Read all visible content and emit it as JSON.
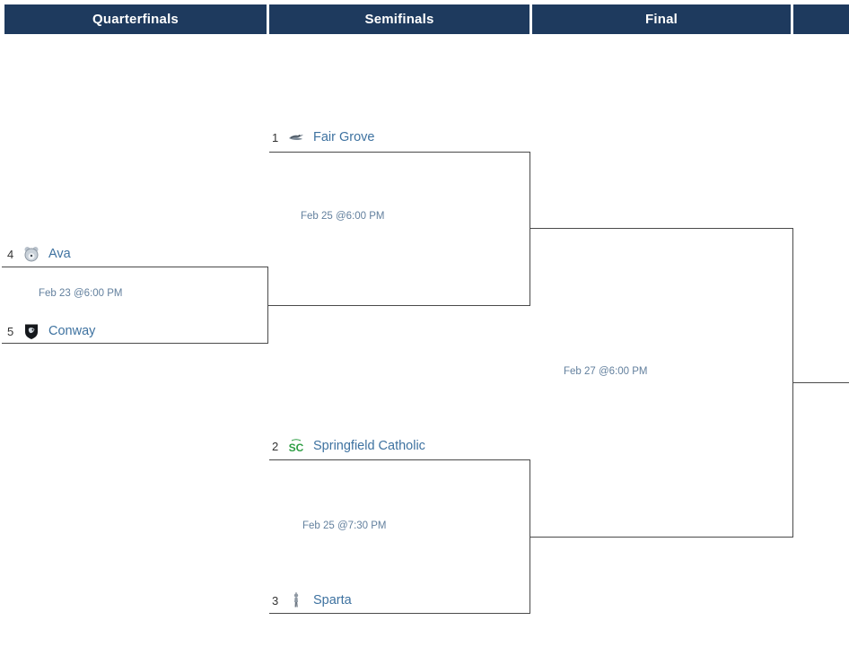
{
  "page": {
    "bg_color": "#ffffff"
  },
  "header": {
    "bg_color": "#1e3a5e",
    "text_color": "#ffffff",
    "columns": [
      {
        "label": "Quarterfinals"
      },
      {
        "label": "Semifinals"
      },
      {
        "label": "Final"
      },
      {
        "label": ""
      }
    ]
  },
  "styles": {
    "line_color": "#4a4a4a",
    "team_name_color": "#3e72a0",
    "seed_color": "#333333",
    "datetime_color": "#63809e"
  },
  "icons": {
    "fair_grove": "eagle-mascot-logo",
    "ava": "gray-bear-head-logo",
    "conway": "black-shield-bear-logo",
    "springfield_catholic": "green-sc-monogram-logo",
    "springfield_catholic_monogram": "SC",
    "sparta": "spartan-warrior-logo"
  },
  "bracket": {
    "matches": [
      {
        "id": "quarterfinal-1",
        "round": "Quarterfinals",
        "datetime": "Feb 23 @6:00 PM",
        "teams": [
          {
            "seed": "4",
            "name": "Ava"
          },
          {
            "seed": "5",
            "name": "Conway"
          }
        ]
      },
      {
        "id": "semifinal-1",
        "round": "Semifinals",
        "datetime": "Feb 25 @6:00 PM",
        "teams": [
          {
            "seed": "1",
            "name": "Fair Grove"
          }
        ]
      },
      {
        "id": "semifinal-2",
        "round": "Semifinals",
        "datetime": "Feb 25 @7:30 PM",
        "teams": [
          {
            "seed": "2",
            "name": "Springfield Catholic"
          },
          {
            "seed": "3",
            "name": "Sparta"
          }
        ]
      },
      {
        "id": "final",
        "round": "Final",
        "datetime": "Feb 27 @6:00 PM",
        "teams": []
      }
    ]
  }
}
